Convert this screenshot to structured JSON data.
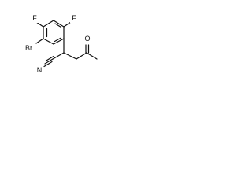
{
  "molecule": {
    "atom_labels": {
      "f1": "F",
      "f2": "F",
      "br": "Br",
      "o": "O",
      "n": "N"
    }
  }
}
